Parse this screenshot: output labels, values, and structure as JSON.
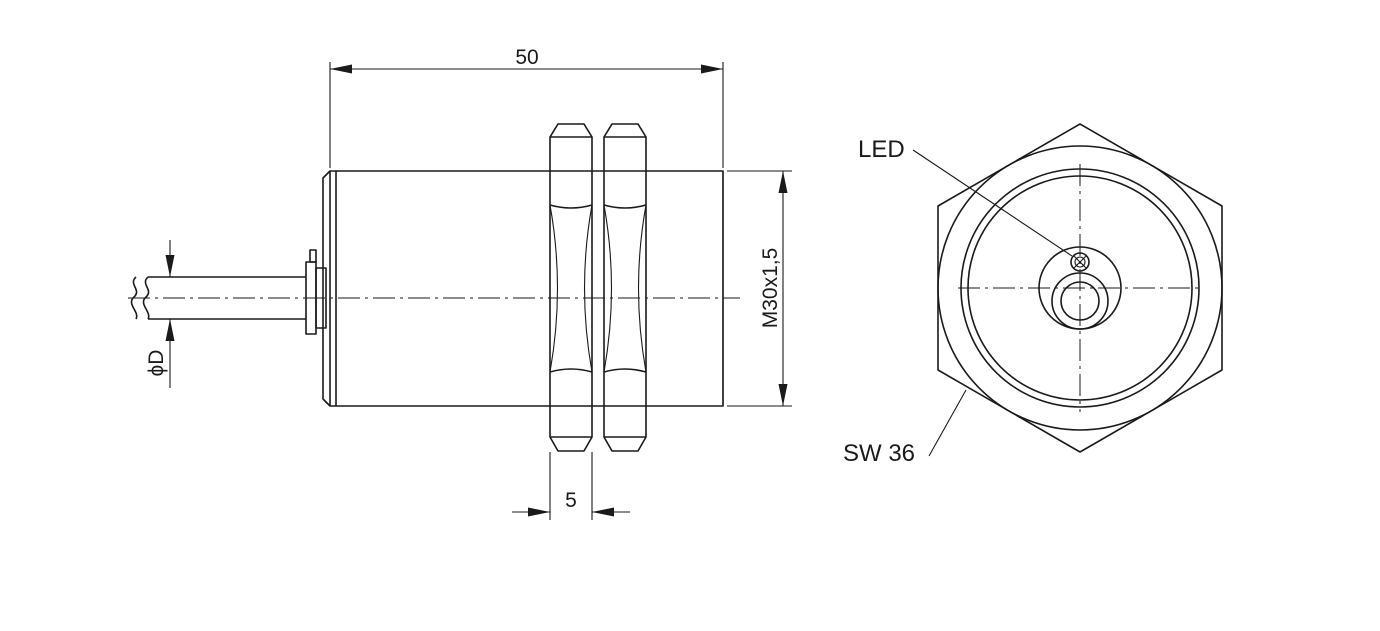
{
  "drawing": {
    "dim_length": "50",
    "dim_thread": "M30x1,5",
    "dim_nut_thickness": "5",
    "dim_cable_diameter": "ϕD",
    "callout_led": "LED",
    "callout_wrench_size": "SW 36"
  },
  "colors": {
    "line": "#1a1a1a",
    "background": "#ffffff"
  }
}
